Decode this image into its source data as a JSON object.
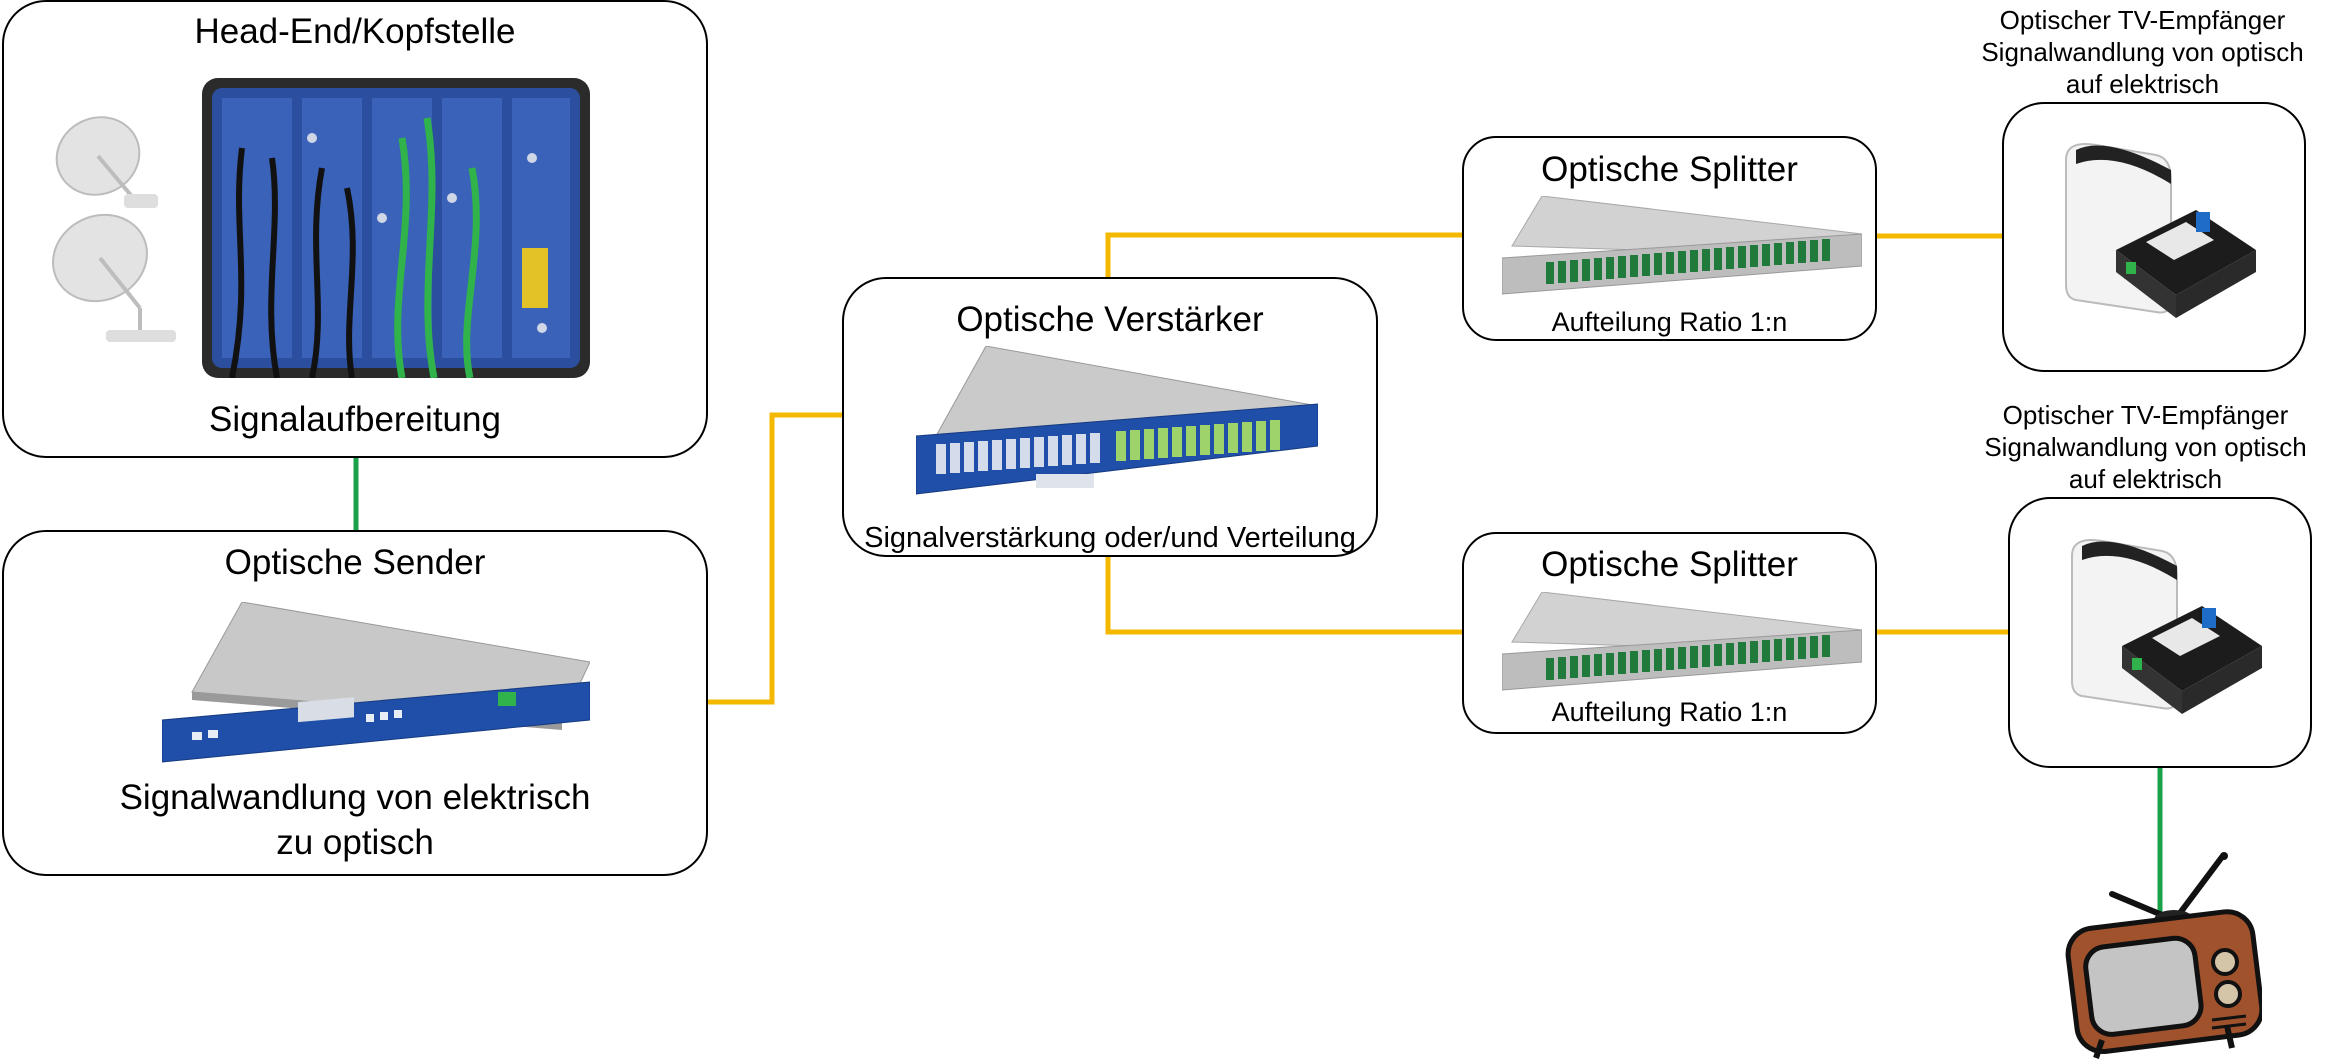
{
  "headend": {
    "title": "Head-End/Kopfstelle",
    "caption": "Signalaufbereitung"
  },
  "sender": {
    "title": "Optische Sender",
    "caption_line1": "Signalwandlung von elektrisch",
    "caption_line2": "zu optisch"
  },
  "amplifier": {
    "title": "Optische Verstärker",
    "caption": "Signalverstärkung oder/und Verteilung"
  },
  "splitters": [
    {
      "title": "Optische Splitter",
      "caption": "Aufteilung Ratio 1:n"
    },
    {
      "title": "Optische Splitter",
      "caption": "Aufteilung Ratio 1:n"
    }
  ],
  "receivers": [
    {
      "line1": "Optischer TV-Empfänger",
      "line2": "Signalwandlung von optisch",
      "line3": "auf elektrisch"
    },
    {
      "line1": "Optischer TV-Empfänger",
      "line2": "Signalwandlung von optisch",
      "line3": "auf elektrisch"
    }
  ],
  "colors": {
    "fiber_link": "#f5b800",
    "coax_link": "#1aa14a",
    "device_blue": "#1f4fa8",
    "tv_wood": "#a0522d"
  }
}
